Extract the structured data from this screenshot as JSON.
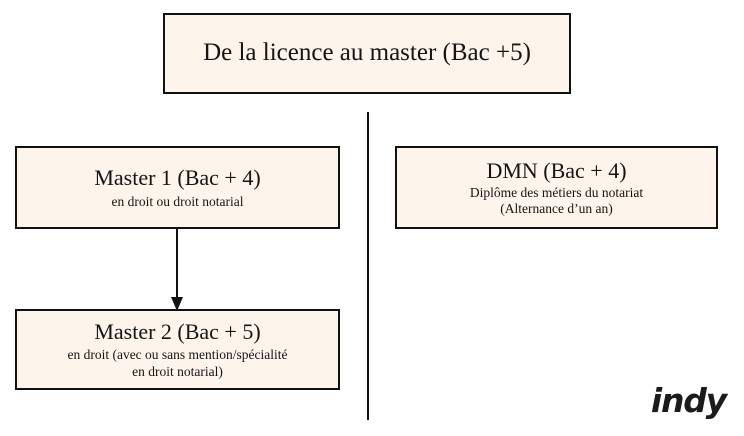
{
  "page": {
    "background_color": "#ffffff",
    "box_fill_color": "#fdf5ec",
    "box_border_color": "#111111",
    "text_color": "#141414"
  },
  "diagram": {
    "type": "flowchart",
    "header": {
      "title": "De la licence au master (Bac +5)"
    },
    "left_branch": {
      "nodes": [
        {
          "id": "master1",
          "title": "Master 1 (Bac + 4)",
          "subtitle_lines": [
            "en droit ou droit notarial"
          ]
        },
        {
          "id": "master2",
          "title": "Master 2 (Bac + 5)",
          "subtitle_lines": [
            "en droit (avec ou sans mention/spécialité",
            "en droit notarial)"
          ]
        }
      ],
      "connector": {
        "from": "master1",
        "to": "master2",
        "style": "arrow-down"
      }
    },
    "right_branch": {
      "nodes": [
        {
          "id": "dmn",
          "title": "DMN (Bac + 4)",
          "subtitle_lines": [
            "Diplôme des métiers du notariat",
            "(Alternance d’un an)"
          ]
        }
      ]
    },
    "divider": {
      "orientation": "vertical",
      "color": "#111111"
    }
  },
  "branding": {
    "wordmark": "indy"
  }
}
